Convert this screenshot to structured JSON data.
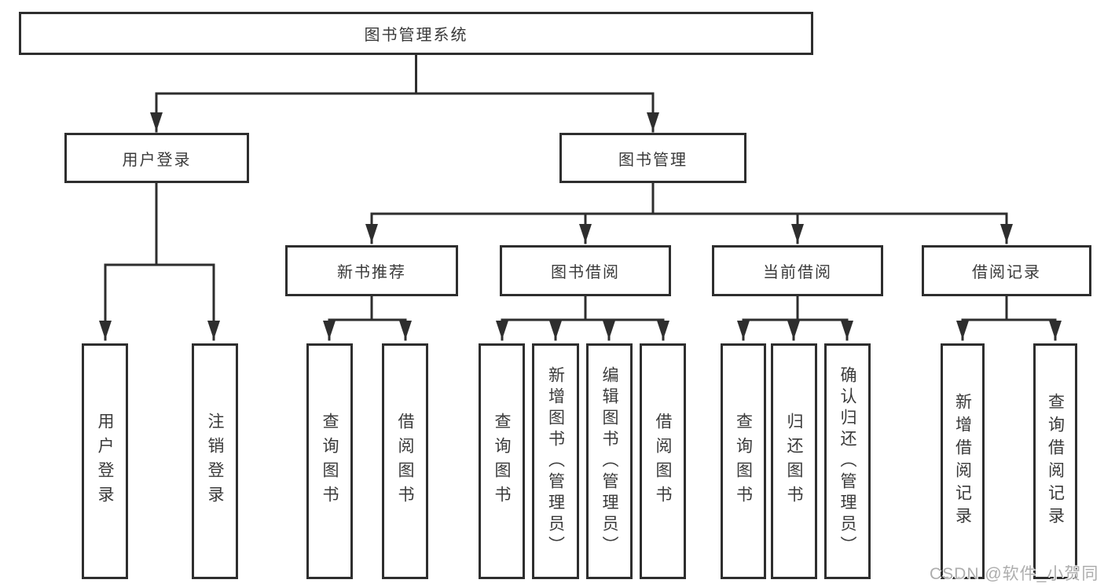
{
  "diagram": {
    "root": "图书管理系统",
    "level1": {
      "user_login": "用户登录",
      "book_mgmt": "图书管理"
    },
    "user_login_children": {
      "login": "用户登录",
      "logout": "注销登录"
    },
    "book_mgmt_children": {
      "new_book_rec": "新书推荐",
      "book_borrow": "图书借阅",
      "current_borrow": "当前借阅",
      "borrow_records": "借阅记录"
    },
    "new_book_rec_children": {
      "query_book": "查询图书",
      "borrow_book": "借阅图书"
    },
    "book_borrow_children": {
      "query_book": "查询图书",
      "add_book": "新增图书（管理员）",
      "edit_book": "编辑图书（管理员）",
      "borrow_book": "借阅图书"
    },
    "current_borrow_children": {
      "query_book": "查询图书",
      "return_book": "归还图书",
      "confirm_return": "确认归还（管理员）"
    },
    "borrow_records_children": {
      "add_record": "新增借阅记录",
      "query_record": "查询借阅记录"
    }
  },
  "watermark": "CSDN @软件_小贺同学",
  "colors": {
    "line": "#2e2e2e",
    "box_border": "#2e2e2e",
    "text": "#3a3a3a",
    "background": "#ffffff",
    "watermark": "#adadad"
  }
}
